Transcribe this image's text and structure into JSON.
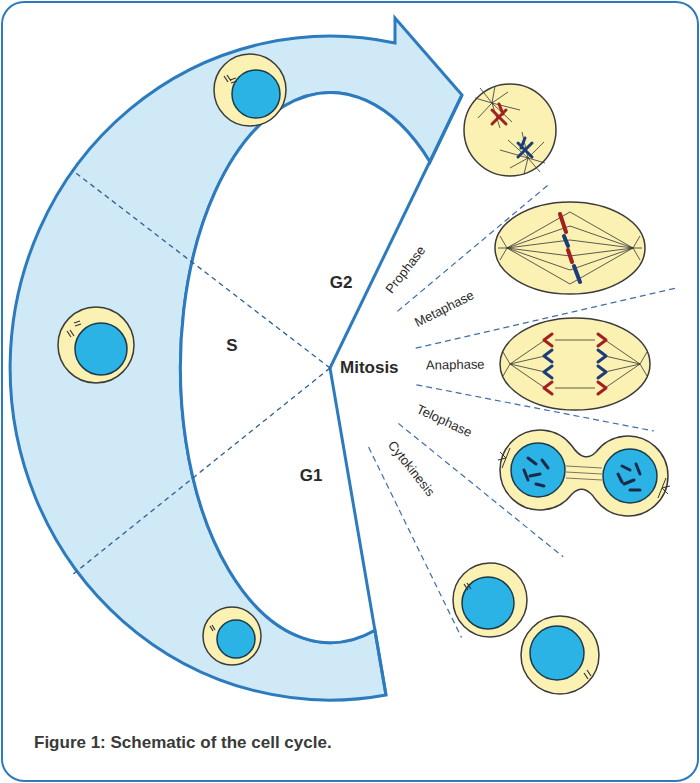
{
  "diagram": {
    "caption": "Figure 1: Schematic of the cell cycle.",
    "labels": [
      "G2",
      "S",
      "G1",
      "Mitosis",
      "Prophase",
      "Metaphase",
      "Anaphase",
      "Telophase",
      "Cytokinesis"
    ]
  }
}
